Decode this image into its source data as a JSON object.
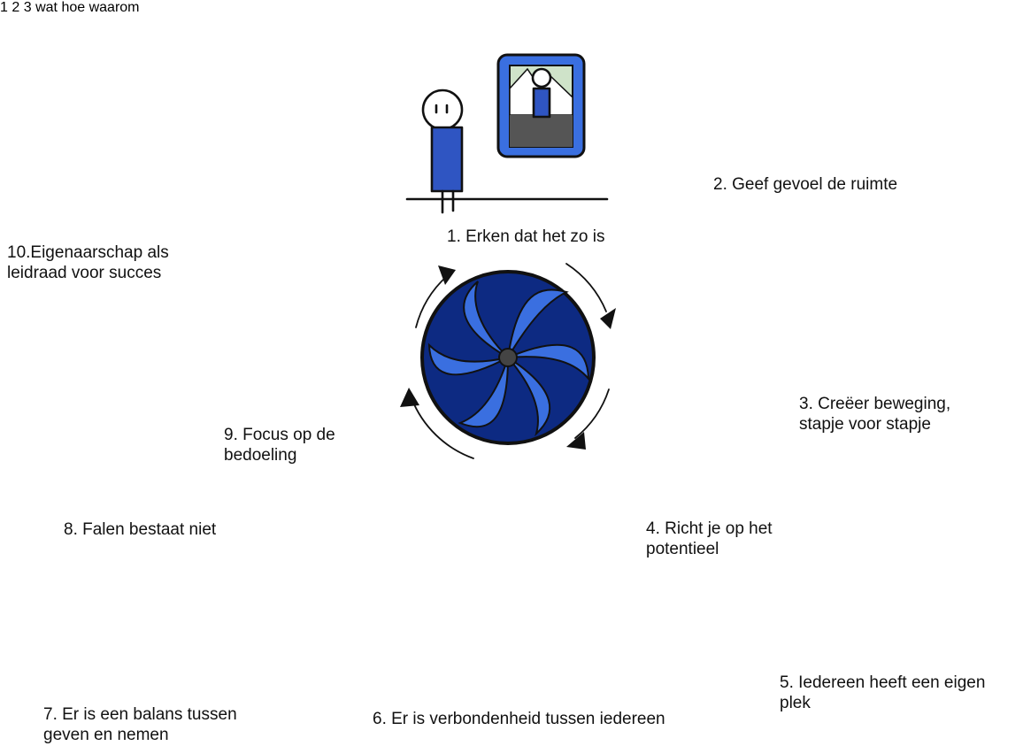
{
  "steps": [
    {
      "n": 1,
      "label": "1. Erken dat het zo is"
    },
    {
      "n": 2,
      "label": "2. Geef gevoel de ruimte"
    },
    {
      "n": 3,
      "line1": "3. Creëer beweging,",
      "line2": "stapje voor stapje"
    },
    {
      "n": 4,
      "line1": "4. Richt je op het",
      "line2": "potentieel"
    },
    {
      "n": 5,
      "line1": "5. Iedereen heeft een eigen",
      "line2": "plek"
    },
    {
      "n": 6,
      "label": "6. Er is verbondenheid tussen iedereen"
    },
    {
      "n": 7,
      "line1": "7. Er is een balans tussen",
      "line2": "geven en nemen"
    },
    {
      "n": 8,
      "label": "8. Falen bestaat niet"
    },
    {
      "n": 9,
      "line1": "9. Focus op de",
      "line2": "bedoeling"
    },
    {
      "n": 10,
      "line1": "10.Eigenaarschap als",
      "line2": "leidraad voor succes"
    }
  ],
  "target": {
    "outer": "wat",
    "middle": "hoe",
    "inner": "waarom"
  },
  "checklist": [
    "1",
    "2",
    "3"
  ],
  "colors": {
    "figure_blue": "#2f55c2",
    "wheel_dark": "#0d2a82",
    "wheel_light": "#3a6fe0",
    "hill_green": "#3d9a2b",
    "heart_red": "#d81e1e",
    "star_yellow": "#f4bd1e",
    "building_gray": "#7d7d7d",
    "node_gray": "#9a9a9a",
    "target_blue": "#5aa9e6",
    "target_yellow": "#f5c518",
    "target_red": "#e8504a"
  }
}
